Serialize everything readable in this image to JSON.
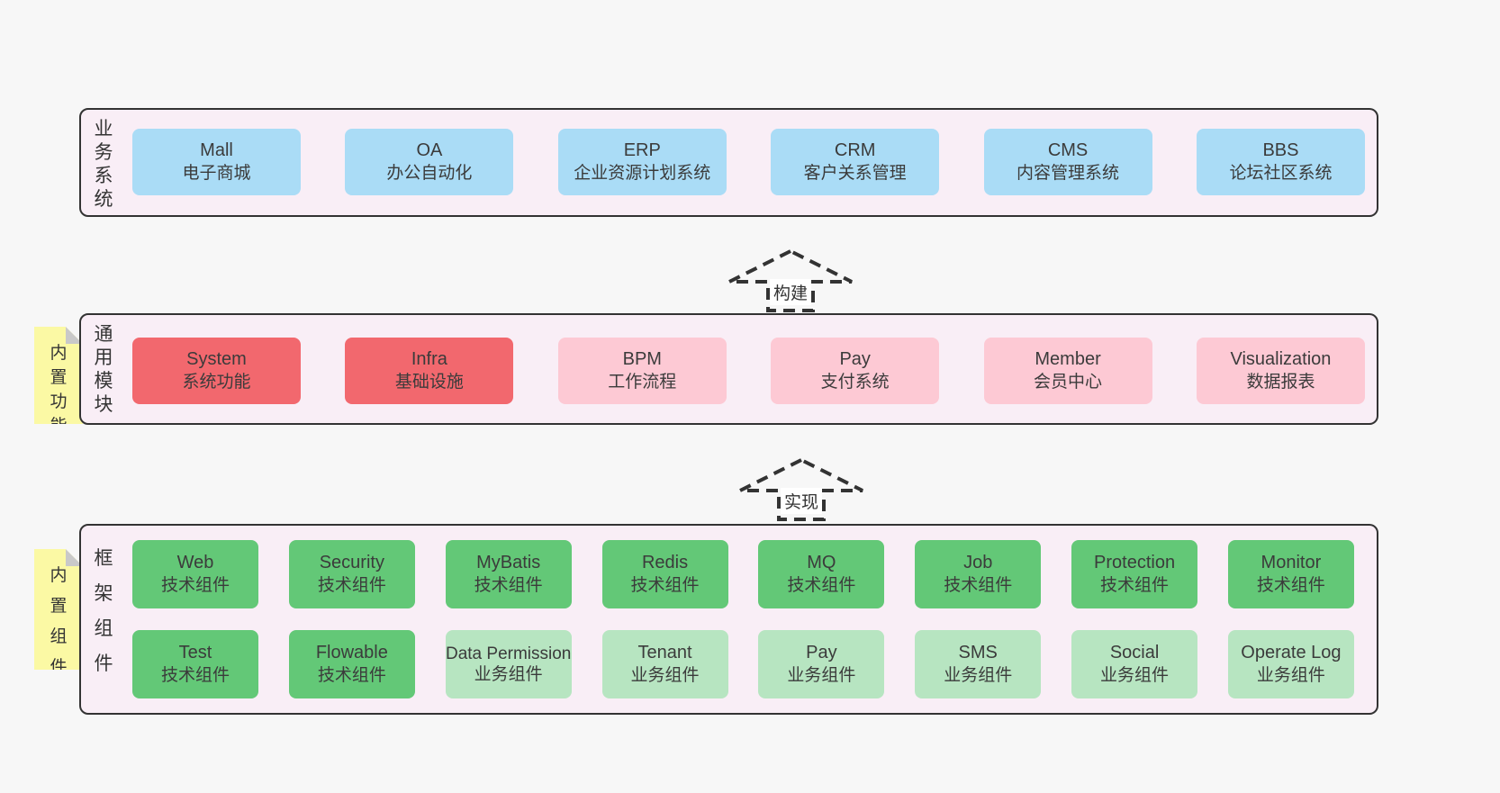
{
  "colors": {
    "background": "#f7f7f7",
    "panel_fill": "#f9eef6",
    "panel_border": "#333333",
    "blue_box": "#aadcf6",
    "red_box": "#f2686e",
    "pink_box": "#fdc9d4",
    "green_box": "#63c877",
    "light_green_box": "#b7e5c1",
    "sticky_note_yellow": "#fbf9a4",
    "note_fold_gray": "#c9c9c9",
    "text": "#3b3b3b"
  },
  "arrows": [
    {
      "label": "构建"
    },
    {
      "label": "实现"
    }
  ],
  "sections": {
    "business": {
      "label": "业务系统",
      "boxes": [
        {
          "title": "Mall",
          "subtitle": "电子商城"
        },
        {
          "title": "OA",
          "subtitle": "办公自动化"
        },
        {
          "title": "ERP",
          "subtitle": "企业资源计划系统"
        },
        {
          "title": "CRM",
          "subtitle": "客户关系管理"
        },
        {
          "title": "CMS",
          "subtitle": "内容管理系统"
        },
        {
          "title": "BBS",
          "subtitle": "论坛社区系统"
        }
      ]
    },
    "modules": {
      "label": "通用模块",
      "tag": "内置功能",
      "boxes": [
        {
          "title": "System",
          "subtitle": "系统功能"
        },
        {
          "title": "Infra",
          "subtitle": "基础设施"
        },
        {
          "title": "BPM",
          "subtitle": "工作流程"
        },
        {
          "title": "Pay",
          "subtitle": "支付系统"
        },
        {
          "title": "Member",
          "subtitle": "会员中心"
        },
        {
          "title": "Visualization",
          "subtitle": "数据报表"
        }
      ]
    },
    "framework": {
      "label": "框架组件",
      "tag": "内置组件",
      "rows": [
        [
          {
            "title": "Web",
            "subtitle": "技术组件"
          },
          {
            "title": "Security",
            "subtitle": "技术组件"
          },
          {
            "title": "MyBatis",
            "subtitle": "技术组件"
          },
          {
            "title": "Redis",
            "subtitle": "技术组件"
          },
          {
            "title": "MQ",
            "subtitle": "技术组件"
          },
          {
            "title": "Job",
            "subtitle": "技术组件"
          },
          {
            "title": "Protection",
            "subtitle": "技术组件"
          },
          {
            "title": "Monitor",
            "subtitle": "技术组件"
          }
        ],
        [
          {
            "title": "Test",
            "subtitle": "技术组件"
          },
          {
            "title": "Flowable",
            "subtitle": "技术组件"
          },
          {
            "title": "Data Permission",
            "subtitle": "业务组件"
          },
          {
            "title": "Tenant",
            "subtitle": "业务组件"
          },
          {
            "title": "Pay",
            "subtitle": "业务组件"
          },
          {
            "title": "SMS",
            "subtitle": "业务组件"
          },
          {
            "title": "Social",
            "subtitle": "业务组件"
          },
          {
            "title": "Operate Log",
            "subtitle": "业务组件"
          }
        ]
      ]
    }
  }
}
